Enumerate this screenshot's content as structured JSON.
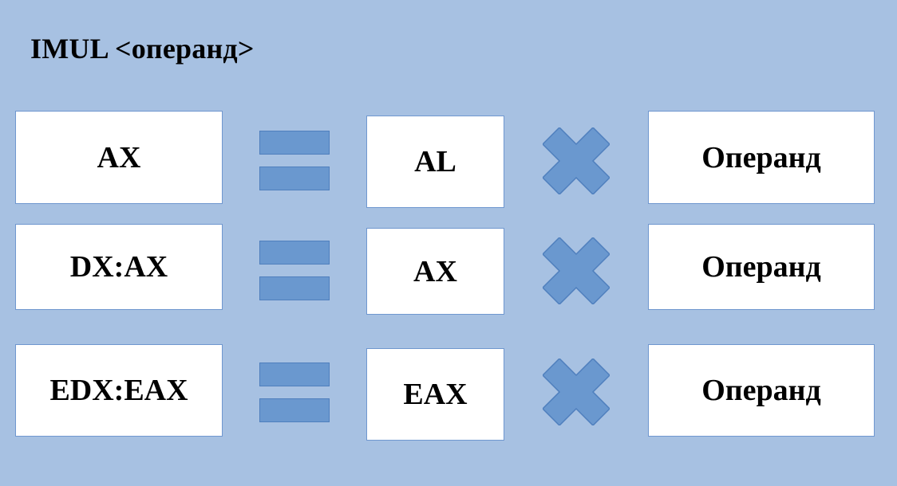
{
  "title": "IMUL <операнд>",
  "rows": [
    {
      "result": "AX",
      "source": "AL",
      "operand": "Операнд"
    },
    {
      "result": "DX:AX",
      "source": "AX",
      "operand": "Операнд"
    },
    {
      "result": "EDX:EAX",
      "source": "EAX",
      "operand": "Операнд"
    }
  ],
  "icons": {
    "equals": "equals-icon",
    "multiply": "multiply-icon"
  },
  "colors": {
    "background": "#a7c1e2",
    "box_fill": "#ffffff",
    "box_border": "#6f97cf",
    "symbol_fill": "#6a98cf"
  }
}
